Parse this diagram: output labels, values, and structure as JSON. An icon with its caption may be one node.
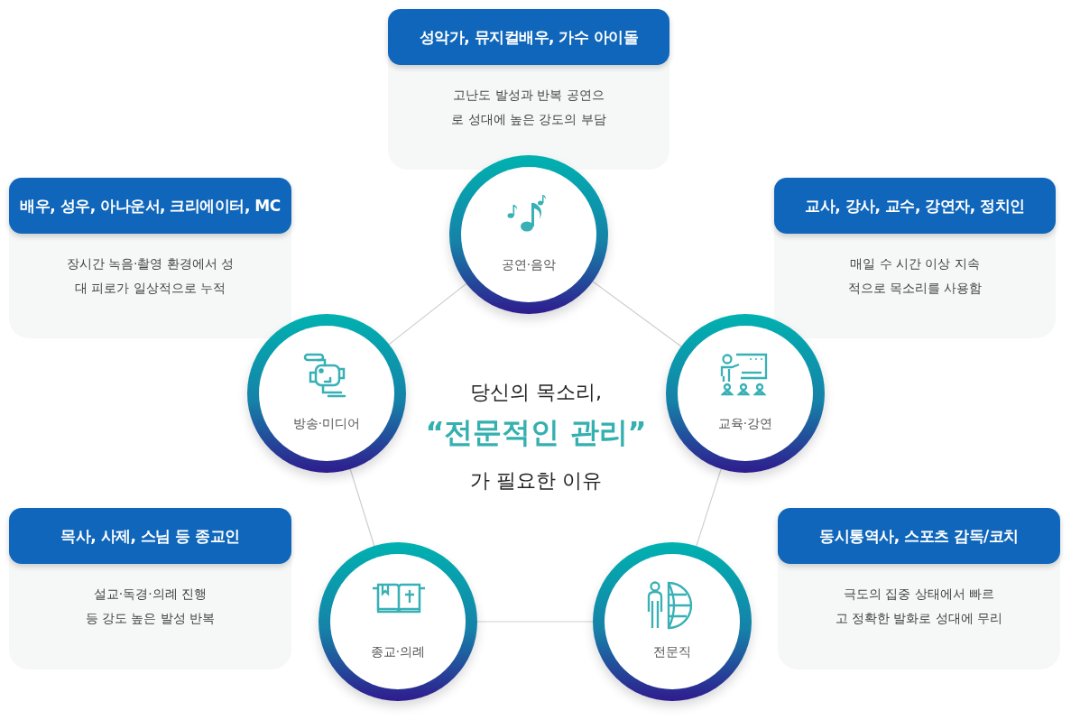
{
  "diagram": {
    "nodes": [
      {
        "text": [
          "성악가, 뮤지컬배우, 가수 아이돌",
          "고난도 발성과 반복 공연으로 성대에 높은 강도의 부담"
        ]
      },
      {
        "text": [
          "배우, 성우, 아나운서, 크리에이터, MC",
          "장시간 녹음·촬영 환경에서 성대 피로가 일상적으로 누적"
        ]
      },
      {
        "text": [
          "교사, 강사, 교수, 강연자, 정치인",
          "매일 수 시간 이상 지속적으로 목소리를 사용함"
        ]
      },
      {
        "text": [
          "목사, 사제, 스님 등 종교인",
          "설교·독경·의례 진행 등 강도 높은 발성 반복"
        ]
      },
      {
        "text": [
          "동시통역사, 스포츠 감독/코치",
          "극도의 집중 상태에서 빠르고 정확한 발화로 성대에 무리"
        ]
      },
      {
        "text": [
          "공연·음악"
        ]
      },
      {
        "text": [
          "방송·미디어"
        ]
      },
      {
        "text": [
          "교육·강연"
        ]
      },
      {
        "text": [
          "종교·의례"
        ]
      },
      {
        "text": [
          "전문직"
        ]
      }
    ],
    "edges": [
      {
        "from": 5,
        "to": 6,
        "arrow": "none"
      },
      {
        "from": 5,
        "to": 7,
        "arrow": "none"
      },
      {
        "from": 7,
        "to": 9,
        "arrow": "none"
      },
      {
        "from": 9,
        "to": 8,
        "arrow": "none"
      },
      {
        "from": 8,
        "to": 6,
        "arrow": "none"
      }
    ],
    "labels": [
      "당신의 목소리,",
      "“전문적인 관리”",
      "가 필요한 이유"
    ]
  }
}
